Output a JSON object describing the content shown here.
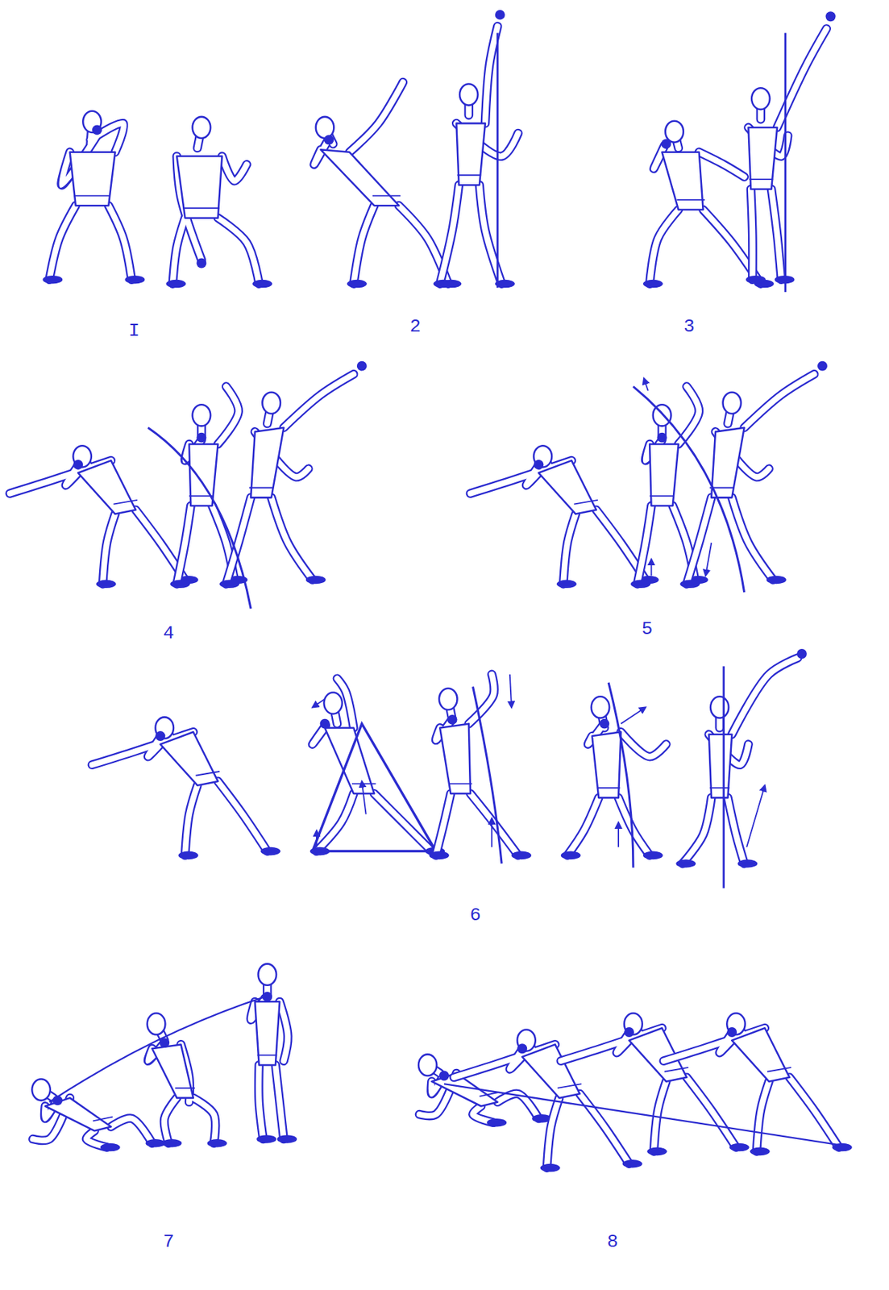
{
  "diagram": {
    "labels": [
      "I",
      "2",
      "3",
      "4",
      "5",
      "6",
      "7",
      "8"
    ]
  }
}
